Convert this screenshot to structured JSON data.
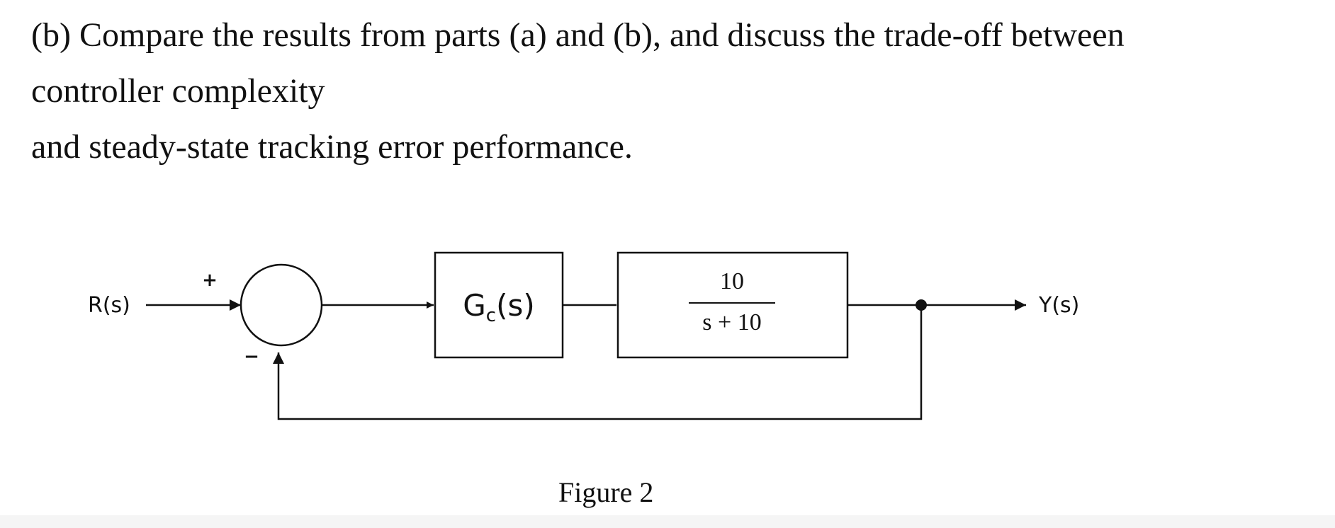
{
  "question": {
    "lines": [
      "(b) Compare the results from parts (a) and (b), and discuss the trade-off between",
      "controller complexity",
      "and steady-state tracking error performance."
    ]
  },
  "diagram": {
    "input_label": "R(s)",
    "plus_sign": "+",
    "minus_sign": "−",
    "controller": {
      "main": "G",
      "subscript": "c",
      "arg": "(s)"
    },
    "plant": {
      "numerator": "10",
      "denominator": "s + 10"
    },
    "output_label": "Y(s)"
  },
  "caption": "Figure 2"
}
